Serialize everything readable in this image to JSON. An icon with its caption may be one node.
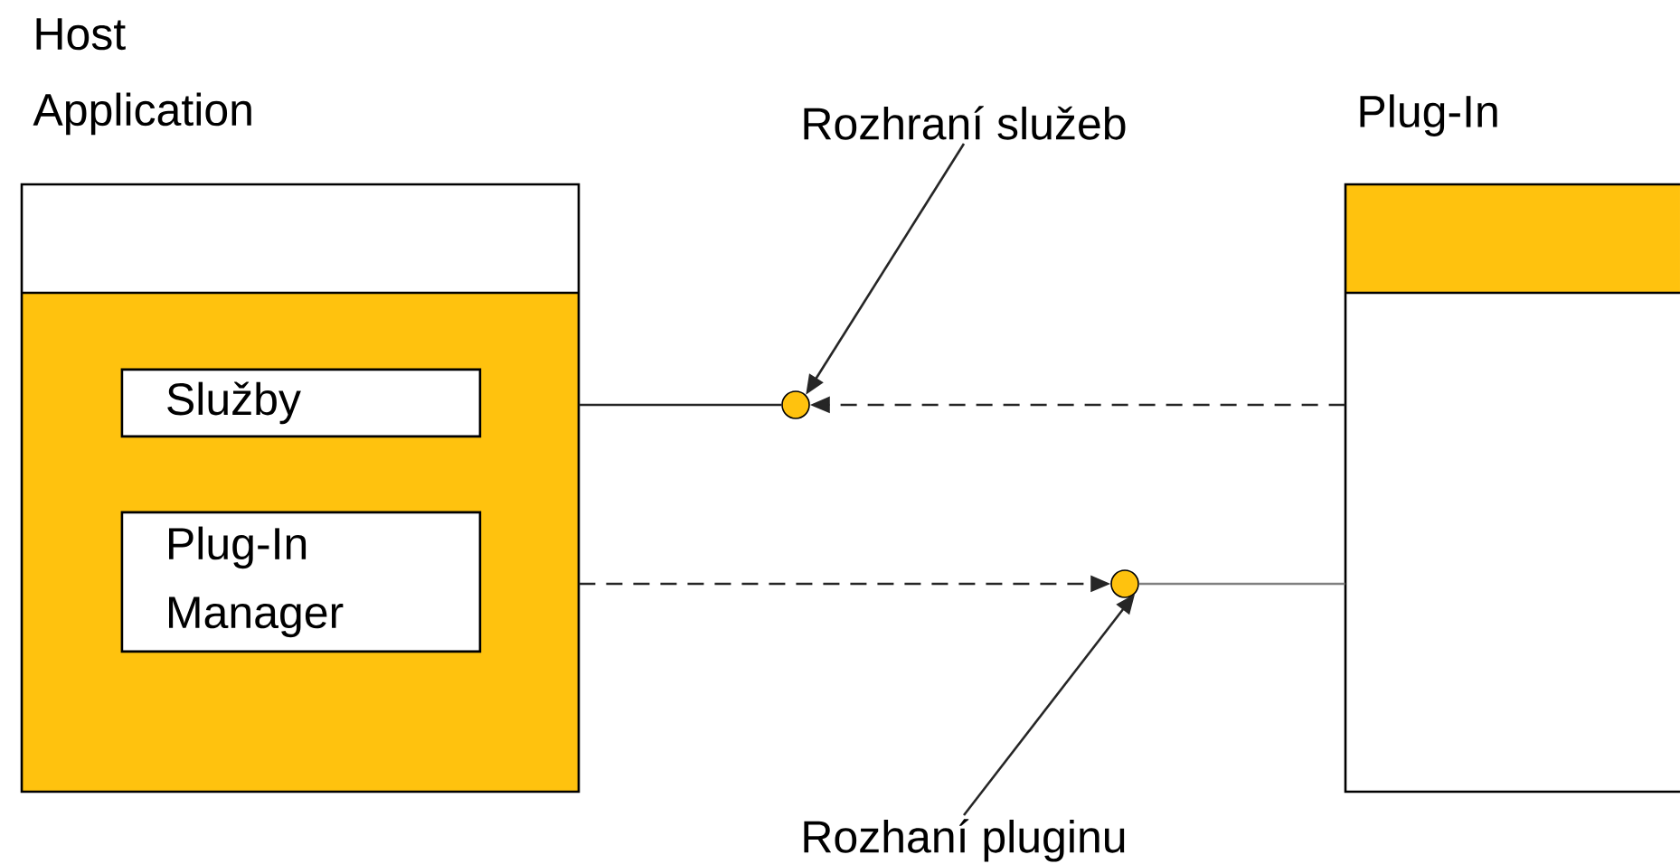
{
  "diagram": {
    "nodes": [
      {
        "text": [
          "Host Application"
        ]
      },
      {
        "text": [
          "Služby"
        ],
        "in": 0
      },
      {
        "text": [
          "Plug-In Manager"
        ],
        "in": 0
      },
      {
        "text": [
          "Plug-In"
        ]
      },
      {
        "text": [],
        "shape": "circle"
      },
      {
        "text": [],
        "shape": "circle"
      },
      {
        "text": [
          "Rozhraní služeb"
        ]
      },
      {
        "text": [
          "Rozhaní pluginu"
        ]
      }
    ],
    "edges": [
      {
        "from": 0,
        "to": 4,
        "arrow": "none"
      },
      {
        "from": 3,
        "to": 4,
        "arrow": "to",
        "style": "dashed"
      },
      {
        "from": 0,
        "to": 5,
        "arrow": "to",
        "style": "dashed"
      },
      {
        "from": 3,
        "to": 5,
        "arrow": "none",
        "color": "#808080"
      },
      {
        "from": 6,
        "to": 4,
        "arrow": "to"
      },
      {
        "from": 7,
        "to": 5,
        "arrow": "to"
      }
    ]
  }
}
